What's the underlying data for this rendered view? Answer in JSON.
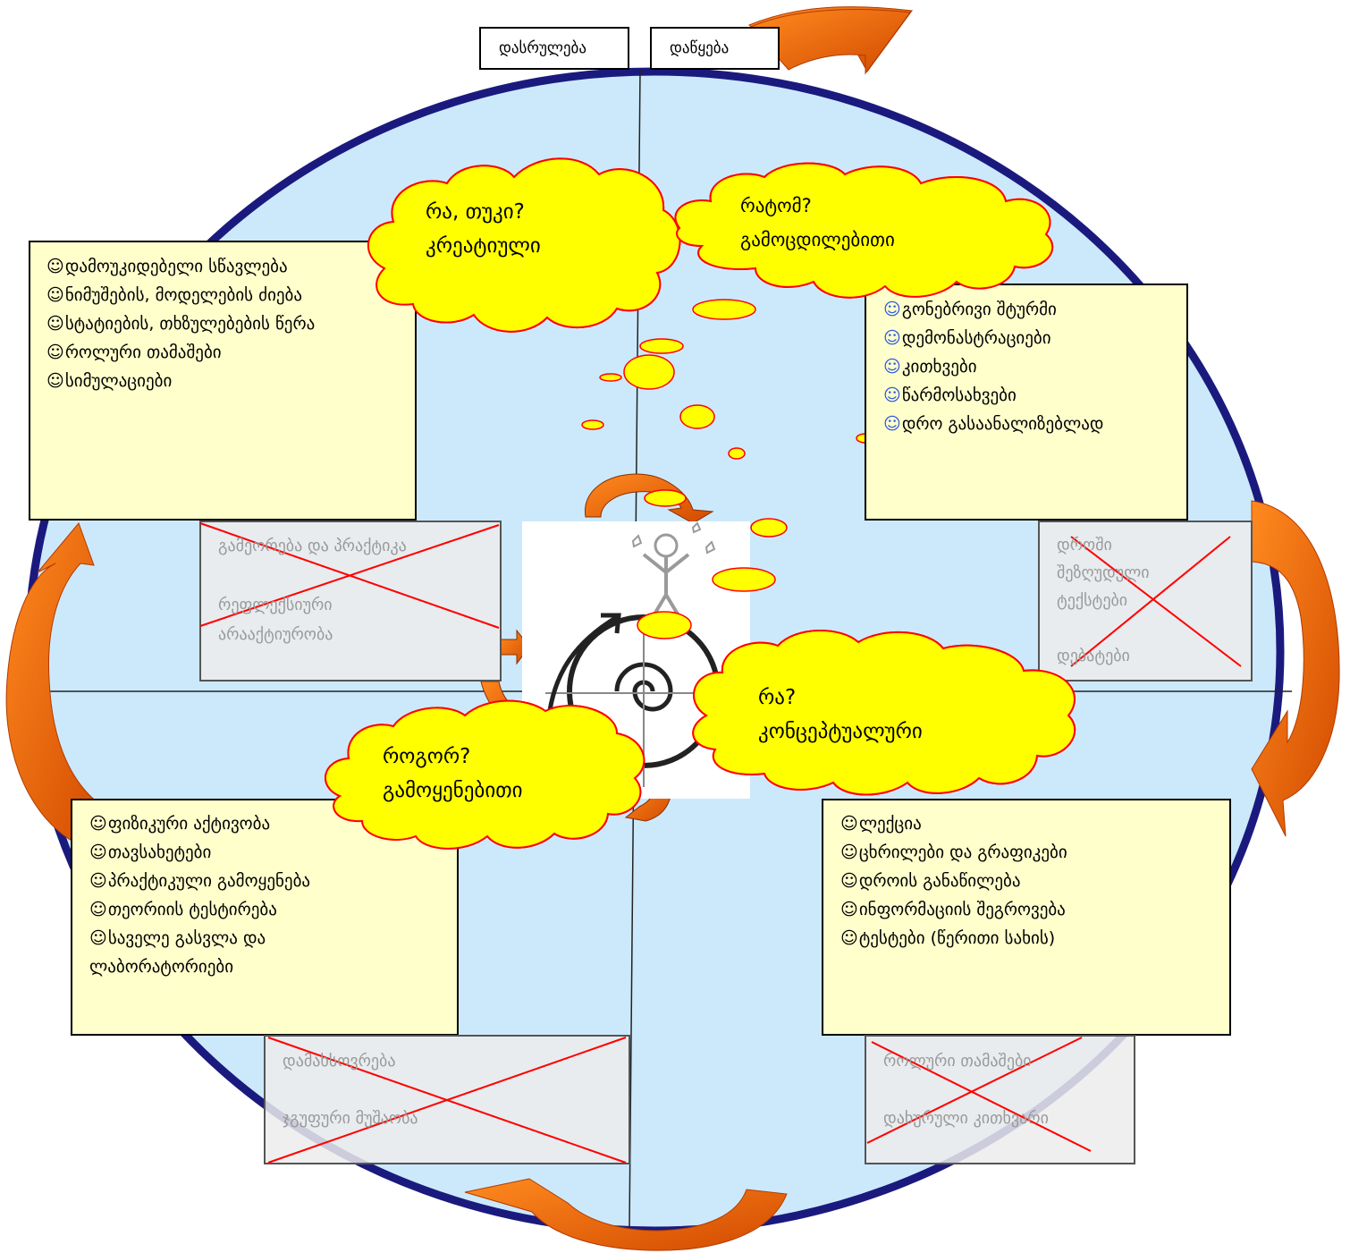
{
  "labels": {
    "end": "დასრულება",
    "start": "დაწყება"
  },
  "clouds": {
    "top_left": {
      "line1": "რა, თუკი?",
      "line2": "კრეატიული"
    },
    "top_right": {
      "line1": "რატომ?",
      "line2": "გამოცდილებითი"
    },
    "bottom_right": {
      "line1": "რა?",
      "line2": "კონცეპტუალური"
    },
    "bottom_left": {
      "line1": "როგორ?",
      "line2": "გამოყენებითი"
    }
  },
  "smiley_icon": "☺",
  "boxes": {
    "top_left": [
      "დამოუკიდებელი სწავლება",
      "ნიმუშების, მოდელების ძიება",
      "სტატიების, თხზულებების წერა",
      "როლური თამაშები",
      "სიმულაციები"
    ],
    "top_right": [
      "გონებრივი შტურმი",
      "დემონასტრაციები",
      "კითხვები",
      "წარმოსახვები",
      "დრო გასაანალიზებლად"
    ],
    "bottom_left": [
      "ფიზიკური აქტივობა",
      "თავსახეტები",
      "პრაქტიკული გამოყენება",
      "თეორიის ტესტირება",
      "საველე გასვლა და",
      "ლაბორატორიები"
    ],
    "bottom_right": [
      "ლექცია",
      "ცხრილები და გრაფიკები",
      "დროის განაწილება",
      "ინფორმაციის შეგროვება",
      "ტესტები (წერითი სახის)"
    ]
  },
  "crossed": {
    "top_left": [
      "გამეორება და პრაქტიკა",
      "",
      "რეფლექსიური",
      "არააქტიურობა"
    ],
    "top_right": [
      "დროში",
      "შეზღუდული",
      "ტექსტები",
      "",
      "დებატები"
    ],
    "bottom_left": [
      "დამახსოვრება",
      "",
      "ჯგუფური მუშაობა"
    ],
    "bottom_right": [
      "როლური თამაშები",
      "",
      "დახურული კითხვარი"
    ]
  },
  "colors": {
    "circle_fill": "#cce9fb",
    "circle_stroke": "#1a1a7e",
    "box_fill": "#ffffcc",
    "cloud_fill": "#ffff00",
    "cloud_stroke": "#ff0000",
    "arrow_fill": "#ff6600",
    "cross": "#ff0000",
    "smiley_blue": "#2f5be0"
  },
  "icons": {
    "center": "spiral-figure-icon"
  }
}
